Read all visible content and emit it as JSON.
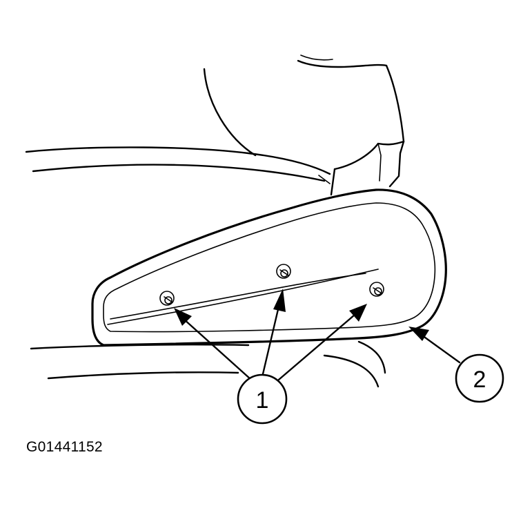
{
  "figure": {
    "id_label": "G01441152"
  },
  "callouts": [
    {
      "number": "1"
    },
    {
      "number": "2"
    }
  ],
  "colors": {
    "line": "#000000",
    "background": "#ffffff"
  }
}
